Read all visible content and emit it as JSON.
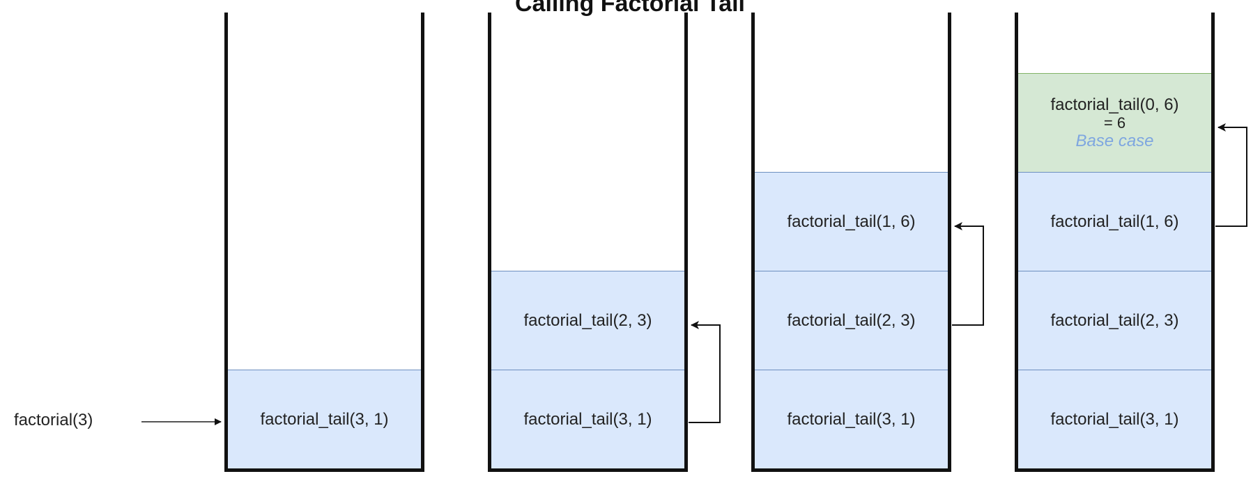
{
  "title": "Calling Factorial Tail",
  "entry_label": "factorial(3)",
  "stacks": [
    {
      "frames": [
        {
          "label": "factorial_tail(3, 1)"
        }
      ]
    },
    {
      "frames": [
        {
          "label": "factorial_tail(3, 1)"
        },
        {
          "label": "factorial_tail(2, 3)"
        }
      ]
    },
    {
      "frames": [
        {
          "label": "factorial_tail(3, 1)"
        },
        {
          "label": "factorial_tail(2, 3)"
        },
        {
          "label": "factorial_tail(1, 6)"
        }
      ]
    },
    {
      "frames": [
        {
          "label": "factorial_tail(3, 1)"
        },
        {
          "label": "factorial_tail(2, 3)"
        },
        {
          "label": "factorial_tail(1, 6)"
        },
        {
          "label": "factorial_tail(0, 6)",
          "result": "= 6",
          "note": "Base case"
        }
      ]
    }
  ],
  "colors": {
    "frame_fill": "#dae8fc",
    "frame_stroke": "#6c8ebf",
    "base_fill": "#d5e8d4",
    "base_stroke": "#82b366",
    "note_text": "#7ea6e0"
  }
}
